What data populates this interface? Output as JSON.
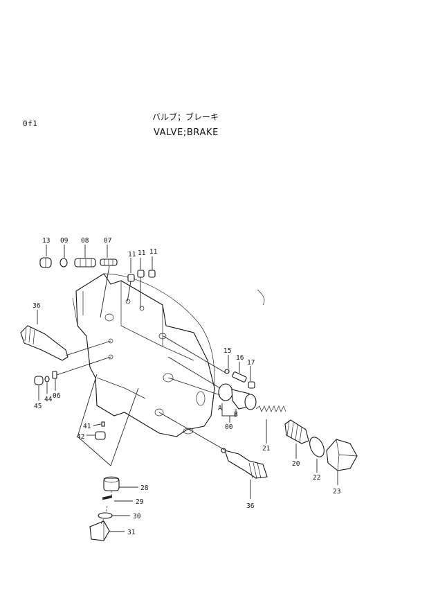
{
  "header": {
    "page_code": "0f1",
    "title_jp": "バルブ；ブレーキ",
    "title_en": "VALVE;BRAKE"
  },
  "callouts": {
    "p13": "13",
    "p09": "09",
    "p08": "08",
    "p07": "07",
    "p11a": "11",
    "p11b": "11",
    "p11c": "11",
    "p36a": "36",
    "p36b": "36",
    "p15": "15",
    "p16": "16",
    "p17": "17",
    "pA": "A",
    "pB": "B",
    "p00": "00",
    "p21": "21",
    "p20": "20",
    "p22": "22",
    "p23": "23",
    "p45": "45",
    "p44": "44",
    "p06": "06",
    "p41": "41",
    "p42": "42",
    "p28": "28",
    "p29": "29",
    "p30": "30",
    "p31": "31"
  }
}
